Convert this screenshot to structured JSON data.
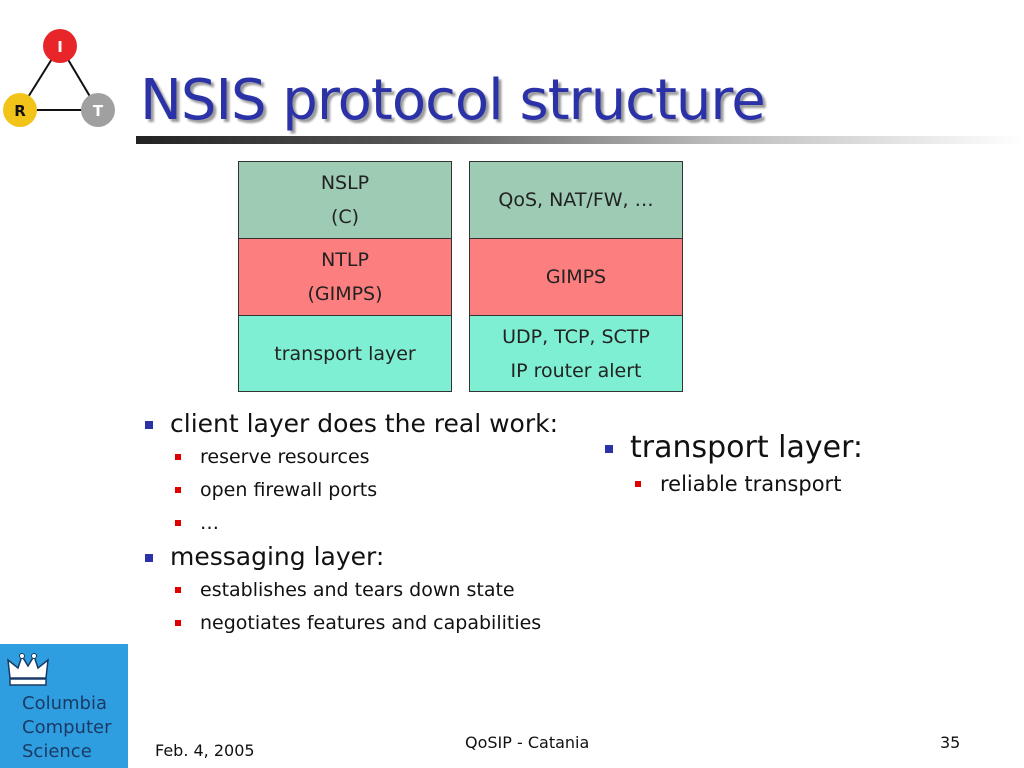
{
  "logo": {
    "nodes": [
      {
        "label": "I",
        "color": "#e8262a"
      },
      {
        "label": "R",
        "color": "#f2c419"
      },
      {
        "label": "T",
        "color": "#a0a0a0"
      }
    ]
  },
  "title": "NSIS protocol structure",
  "stack_left": [
    {
      "line1": "NSLP",
      "line2": "(C)"
    },
    {
      "line1": "NTLP",
      "line2": "(GIMPS)"
    },
    {
      "line1": "transport layer",
      "line2": ""
    }
  ],
  "stack_right": [
    {
      "line1": "QoS, NAT/FW, …",
      "line2": ""
    },
    {
      "line1": "GIMPS",
      "line2": ""
    },
    {
      "line1": "UDP, TCP, SCTP",
      "line2": "IP router alert"
    }
  ],
  "bullets_left": {
    "client": {
      "label": "client layer does the real work:",
      "items": [
        "reserve resources",
        "open firewall ports",
        "…"
      ]
    },
    "messaging": {
      "label": "messaging layer:",
      "items": [
        "establishes and tears down state",
        "negotiates features and capabilities"
      ]
    }
  },
  "bullets_right": {
    "transport": {
      "label": "transport layer:",
      "items": [
        "reliable transport"
      ]
    }
  },
  "columbia": {
    "line1": "Columbia",
    "line2": "Computer",
    "line3": "Science"
  },
  "footer": {
    "date": "Feb. 4, 2005",
    "center": "QoSIP - Catania",
    "page": "35"
  },
  "colors": {
    "title": "#2b32a8",
    "nslp": "#9ecbb4",
    "ntlp": "#fd7e7e",
    "transport": "#7fefd4"
  }
}
